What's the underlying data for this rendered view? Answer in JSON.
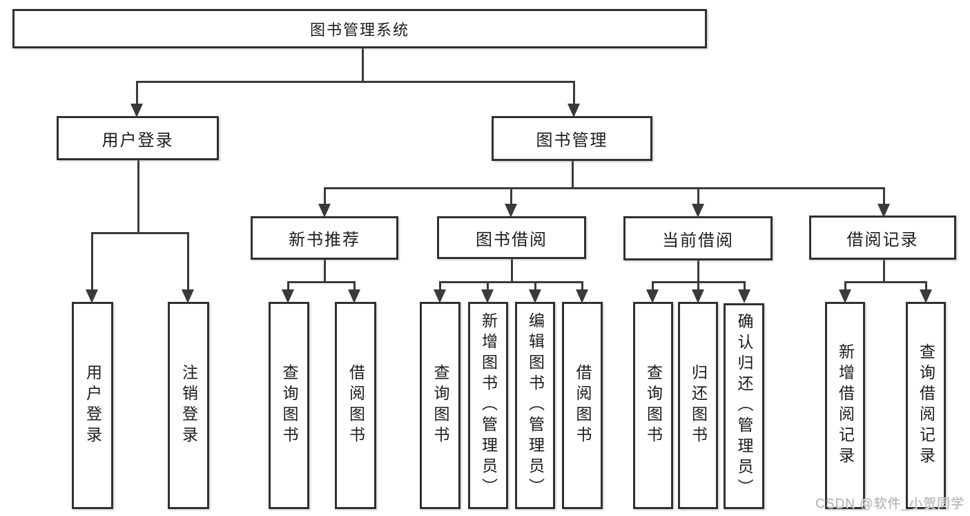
{
  "diagram": {
    "root": {
      "label": "图书管理系统"
    },
    "level2": {
      "user_login": {
        "label": "用户登录"
      },
      "book_management": {
        "label": "图书管理"
      }
    },
    "level3": {
      "new_book_recommend": {
        "label": "新书推荐"
      },
      "book_borrowing": {
        "label": "图书借阅"
      },
      "current_borrowing": {
        "label": "当前借阅"
      },
      "borrowing_records": {
        "label": "借阅记录"
      }
    },
    "leaves": {
      "user_login": {
        "label": "用户登录"
      },
      "logout": {
        "label": "注销登录"
      },
      "recommend_query_books": {
        "label": "查询图书"
      },
      "recommend_borrow_books": {
        "label": "借阅图书"
      },
      "borrow_query_books": {
        "label": "查询图书"
      },
      "borrow_add_books": {
        "label": "新增图书（管理员）"
      },
      "borrow_edit_books": {
        "label": "编辑图书（管理员）"
      },
      "borrow_lend_books": {
        "label": "借阅图书"
      },
      "current_query_books": {
        "label": "查询图书"
      },
      "current_return_books": {
        "label": "归还图书"
      },
      "current_confirm_return": {
        "label": "确认归还（管理员）"
      },
      "records_add_record": {
        "label": "新增借阅记录"
      },
      "records_query_record": {
        "label": "查询借阅记录"
      }
    },
    "watermark": "CSDN @软件_小贺同学"
  }
}
